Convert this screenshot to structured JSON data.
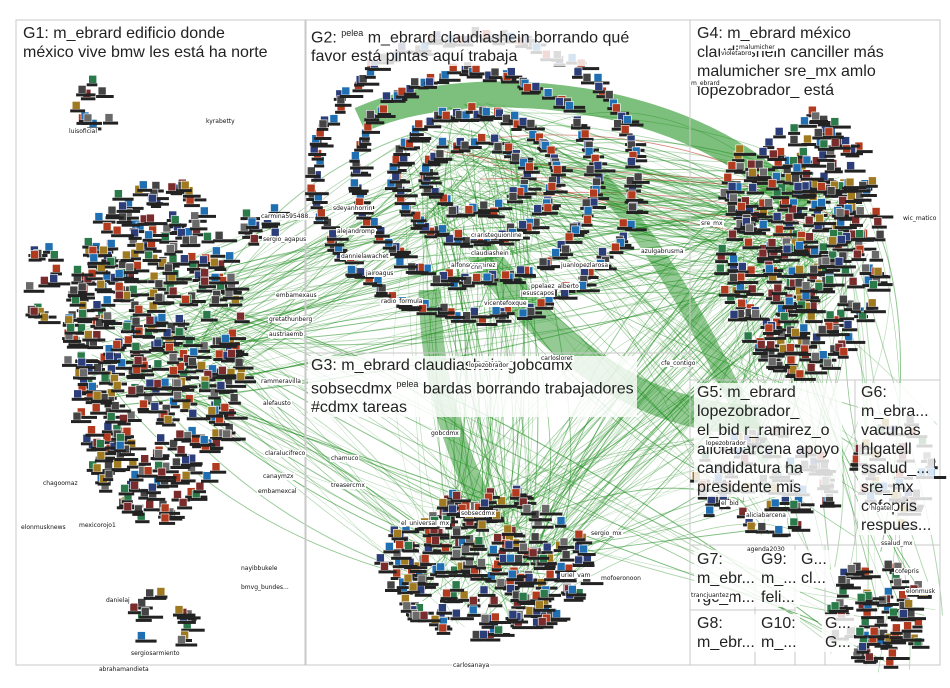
{
  "groups": [
    {
      "id": "G1",
      "lines": [
        "G1: m_ebrard edificio donde",
        "méxico vive bmw les está ha norte"
      ]
    },
    {
      "id": "G2",
      "lines": [
        "G2: pelea m_ebrard claudiashein borrando qué",
        "favor está pintas aquí trabaja"
      ]
    },
    {
      "id": "G3",
      "lines": [
        "G3: m_ebrard claudiashein gobcdmx",
        "sobsecdmx pelea bardas borrando trabajadores",
        "#cdmx tareas"
      ]
    },
    {
      "id": "G4",
      "lines": [
        "G4: m_ebrard méxico",
        "claudiashein canciller más",
        "malumicher sre_mx amlo",
        "lopezobrador_ está"
      ]
    },
    {
      "id": "G5",
      "lines": [
        "G5: m_ebrard",
        "lopezobrador_",
        "el_bid r_ramirez_o",
        "aliciabarcena apoyo",
        "candidatura ha",
        "presidente mis"
      ]
    },
    {
      "id": "G6",
      "lines": [
        "G6:",
        "m_ebra...",
        "vacunas",
        "hlgatell",
        "ssalud_...",
        "sre_mx",
        "cofepris",
        "respues..."
      ]
    },
    {
      "id": "G7",
      "lines": [
        "G7:",
        "m_ebr...",
        "rgc_m..."
      ]
    },
    {
      "id": "G8",
      "lines": [
        "G8:",
        "m_ebr..."
      ]
    },
    {
      "id": "G9",
      "lines": [
        "G9:",
        "m_...",
        "feli..."
      ]
    },
    {
      "id": "G10",
      "lines": [
        "G10:",
        "m_..."
      ]
    },
    {
      "id": "G11",
      "lines": [
        "G...",
        "cl..."
      ]
    },
    {
      "id": "G12",
      "lines": [
        "G...",
        "G..."
      ]
    }
  ],
  "node_labels": [
    "luisoficial",
    "kyrabetty",
    "carmina595488...",
    "sergio_agapus",
    "embamexaus",
    "gretathunberg",
    "austriaemb",
    "rammeravilla",
    "alefausto",
    "claralucifreco",
    "canaymzx",
    "embamexcal",
    "mexicorojo1",
    "nayibbukele",
    "bmvg_bundes...",
    "danielaj",
    "sergiosarmiento",
    "abrahamandieta",
    "elonmusknews",
    "chagoomaz",
    "sdeyanhorrin",
    "alejandromp",
    "dannielawachet",
    "carlosloret",
    "jairoagus",
    "radio_formula",
    "jesuscapos",
    "vicentefoxque",
    "crtvvigor",
    "alfonsoramirez",
    "aristeguionline",
    "claudiashein",
    "m_ebrard",
    "lopezobrador_",
    "cnn",
    "el_universal_mx",
    "sobsecdmx",
    "gobcdmx",
    "chamuco",
    "treasercmx",
    "uriel_vam",
    "mofoeronoon",
    "ppelaez_alberto",
    "juanlopezlarosa",
    "sergio_mx",
    "carlosanaya",
    "azulgabrusma",
    "cfe_contigo",
    "violetabrd",
    "sre_mx",
    "malumicher",
    "lopezobrador",
    "el_bid",
    "aliciabarcena",
    "hlgatell",
    "ssalud_mx",
    "cofepris",
    "elonmusk",
    "wic_matico",
    "trancjuantez",
    "agenda2030"
  ]
}
